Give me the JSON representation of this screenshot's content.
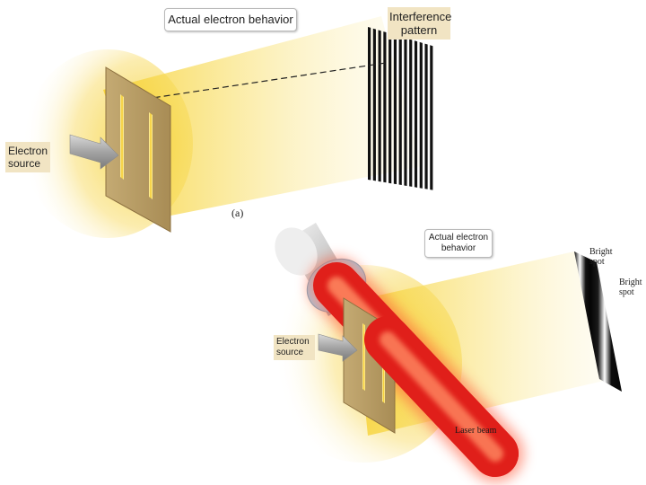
{
  "panel_a": {
    "behavior_label": "Actual electron behavior",
    "pattern_label_line1": "Interference",
    "pattern_label_line2": "pattern",
    "source_label_line1": "Electron",
    "source_label_line2": "source",
    "panel_tag": "(a)"
  },
  "panel_b": {
    "behavior_label_line1": "Actual electron",
    "behavior_label_line2": "behavior",
    "source_label_line1": "Electron",
    "source_label_line2": "source",
    "laser_label": "Laser beam",
    "spot1_line1": "Bright",
    "spot1_line2": "spot",
    "spot2_line1": "Bright",
    "spot2_line2": "spot"
  },
  "colors": {
    "beam_yellow": "#f7d22a",
    "plate": "#b59a62",
    "laser_red": "#e01f1a",
    "label_bg": "#f1e4c3"
  }
}
